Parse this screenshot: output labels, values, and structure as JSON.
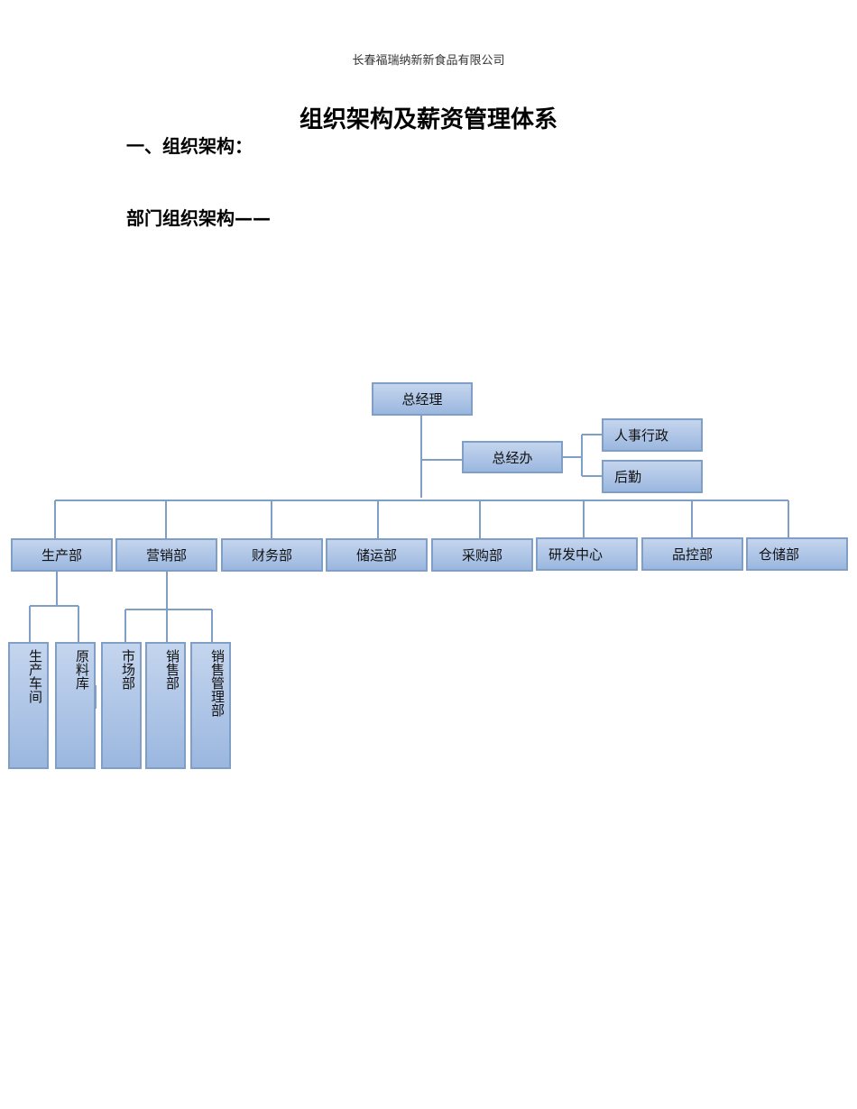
{
  "header": {
    "company": "长春福瑞纳新新食品有限公司"
  },
  "document": {
    "title": "组织架构及薪资管理体系",
    "section1": "一、组织架构：",
    "section2": "部门组织架构——"
  },
  "org": {
    "root": "总经理",
    "office": "总经办",
    "office_children": [
      "人事行政",
      "后勤"
    ],
    "departments": [
      "生产部",
      "营销部",
      "财务部",
      "储运部",
      "采购部",
      "研发中心",
      "品控部",
      "仓储部"
    ],
    "production_units": [
      "生产车间",
      "原料库"
    ],
    "sales_units": [
      "市场部",
      "销售部",
      "销售管理部"
    ]
  }
}
